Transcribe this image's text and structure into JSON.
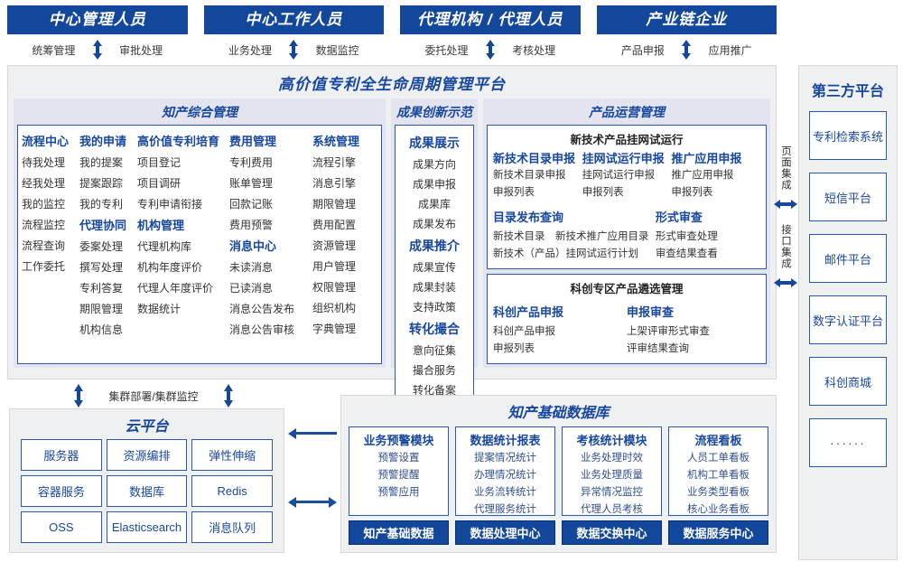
{
  "actors": [
    {
      "title": "中心管理人员",
      "left": "统筹管理",
      "right": "审批处理"
    },
    {
      "title": "中心工作人员",
      "left": "业务处理",
      "right": "数据监控"
    },
    {
      "title": "代理机构 / 代理人员",
      "left": "委托处理",
      "right": "考核处理"
    },
    {
      "title": "产业链企业",
      "left": "产品申报",
      "right": "应用推广"
    }
  ],
  "platform": {
    "title": "高价值专利全生命周期管理平台",
    "group_a": {
      "title": "知产综合管理",
      "columns": [
        {
          "blocks": [
            {
              "head": "流程中心",
              "items": [
                "待我处理",
                "经我处理",
                "我的监控",
                "流程监控",
                "流程查询",
                "工作委托"
              ]
            }
          ]
        },
        {
          "blocks": [
            {
              "head": "我的申请",
              "items": [
                "我的提案",
                "提案跟踪",
                "我的专利"
              ]
            },
            {
              "head": "代理协同",
              "items": [
                "委案处理",
                "撰写处理",
                "专利答复",
                "期限管理",
                "机构信息"
              ]
            }
          ]
        },
        {
          "blocks": [
            {
              "head": "高价值专利培育",
              "items": [
                "项目登记",
                "项目调研",
                "专利申请衔接"
              ]
            },
            {
              "head": "机构管理",
              "items": [
                "代理机构库",
                "机构年度评价",
                "代理人年度评价",
                "数据统计"
              ]
            }
          ]
        },
        {
          "blocks": [
            {
              "head": "费用管理",
              "items": [
                "专利费用",
                "账单管理",
                "回款记账",
                "费用预警"
              ]
            },
            {
              "head": "消息中心",
              "items": [
                "未读消息",
                "已读消息",
                "消息公告发布",
                "消息公告审核"
              ]
            }
          ]
        },
        {
          "blocks": [
            {
              "head": "系统管理",
              "items": [
                "流程引擎",
                "消息引擎",
                "期限管理",
                "费用配置",
                "资源管理",
                "用户管理",
                "权限管理",
                "组织机构",
                "字典管理"
              ]
            }
          ]
        }
      ]
    },
    "group_b": {
      "title": "成果创新示范",
      "blocks": [
        {
          "head": "成果展示",
          "items": [
            "成果方向",
            "成果申报",
            "成果库",
            "成果发布"
          ]
        },
        {
          "head": "成果推介",
          "items": [
            "成果宣传",
            "成果封装",
            "支持政策"
          ]
        },
        {
          "head": "转化撮合",
          "items": [
            "意向征集",
            "撮合服务",
            "转化备案"
          ]
        }
      ]
    },
    "group_c": {
      "title": "产品运营管理",
      "box1": {
        "title": "新技术产品挂网试运行",
        "trio": [
          {
            "head": "新技术目录申报",
            "items": [
              "新技术目录申报",
              "申报列表"
            ]
          },
          {
            "head": "挂网试运行申报",
            "items": [
              "挂网试运行申报",
              "申报列表"
            ]
          },
          {
            "head": "推广应用申报",
            "items": [
              "推广应用申报",
              "申报列表"
            ]
          }
        ],
        "pair": [
          {
            "head": "目录发布查询",
            "items": [
              "新技术目录　新技术推广应用目录",
              "新技术（产品）挂网试运行计划"
            ]
          },
          {
            "head": "形式审查",
            "items": [
              "形式审查处理",
              "审查结果查看"
            ]
          }
        ]
      },
      "box2": {
        "title": "科创专区产品遴选管理",
        "pair": [
          {
            "head": "科创产品申报",
            "items": [
              "科创产品申报",
              "申报列表"
            ]
          },
          {
            "head": "申报审查",
            "items": [
              "上架评审形式审查",
              "评审结果查询"
            ]
          }
        ]
      }
    }
  },
  "integration": {
    "page_label": "页面集成",
    "api_label": "接口集成"
  },
  "third_party": {
    "title": "第三方平台",
    "items": [
      "专利检索系统",
      "短信平台",
      "邮件平台",
      "数字认证平台",
      "科创商城",
      "······"
    ]
  },
  "cluster_label": "集群部署/集群监控",
  "cloud": {
    "title": "云平台",
    "items": [
      "服务器",
      "资源编排",
      "弹性伸缩",
      "容器服务",
      "数据库",
      "Redis",
      "OSS",
      "Elasticsearch",
      "消息队列"
    ]
  },
  "database": {
    "title": "知产基础数据库",
    "columns": [
      {
        "head": "业务预警模块",
        "items": [
          "预警设置",
          "预警提醒",
          "预警应用"
        ],
        "foot": "知产基础数据"
      },
      {
        "head": "数据统计报表",
        "items": [
          "提案情况统计",
          "办理情况统计",
          "业务流转统计",
          "代理服务统计"
        ],
        "foot": "数据处理中心"
      },
      {
        "head": "考核统计模块",
        "items": [
          "业务处理时效",
          "业务处理质量",
          "异常情况监控",
          "代理人员考核"
        ],
        "foot": "数据交换中心"
      },
      {
        "head": "流程看板",
        "items": [
          "人员工单看板",
          "机构工单看板",
          "业务类型看板",
          "核心业务看板"
        ],
        "foot": "数据服务中心"
      }
    ]
  },
  "colors": {
    "brand_navy": "#13479b",
    "accent_blue": "#17479e",
    "panel_bg": "#eff0f2",
    "group_bg": "#e3e4ef",
    "border_blue": "#2c58a8"
  }
}
